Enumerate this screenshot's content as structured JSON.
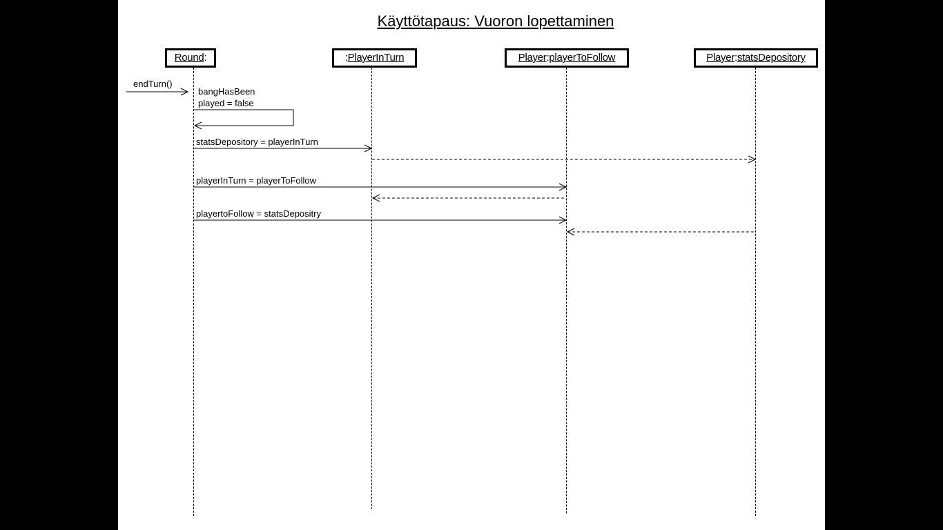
{
  "title": "Käyttötapaus: Vuoron lopettaminen",
  "lifelines": [
    {
      "id": "round",
      "name": "Round",
      "suffix": ":",
      "prefix": ""
    },
    {
      "id": "player_in_turn",
      "name": "PlayerInTurn",
      "suffix": "",
      "prefix": ":"
    },
    {
      "id": "player_to_follow",
      "name": "playerToFollow",
      "prefix_underlined": "Player",
      "prefix_sep": ":"
    },
    {
      "id": "stats_depository",
      "name": "statsDepository",
      "prefix_underlined": "Player",
      "prefix_sep": ":"
    }
  ],
  "messages": [
    {
      "id": "end_turn",
      "label": "endTurn()",
      "from": "external",
      "to": "round",
      "style": "solid"
    },
    {
      "id": "self_call",
      "label_line1": "bangHasBeen",
      "label_line2": "played =  false",
      "from": "round",
      "to": "round",
      "style": "solid"
    },
    {
      "id": "m1",
      "label": "statsDepository = playerInTurn",
      "from": "round",
      "to": "player_in_turn",
      "style": "solid"
    },
    {
      "id": "r1",
      "label": "",
      "from": "player_in_turn",
      "to": "stats_depository",
      "style": "dashed"
    },
    {
      "id": "m2",
      "label": "playerInTurn = playerToFollow",
      "from": "round",
      "to": "player_to_follow",
      "style": "solid"
    },
    {
      "id": "r2",
      "label": "",
      "from": "player_to_follow",
      "to": "player_in_turn",
      "style": "dashed"
    },
    {
      "id": "m3",
      "label": "playertoFollow = statsDepositry",
      "from": "round",
      "to": "player_to_follow",
      "style": "solid"
    },
    {
      "id": "r3",
      "label": "",
      "from": "stats_depository",
      "to": "player_to_follow",
      "style": "dashed"
    }
  ]
}
